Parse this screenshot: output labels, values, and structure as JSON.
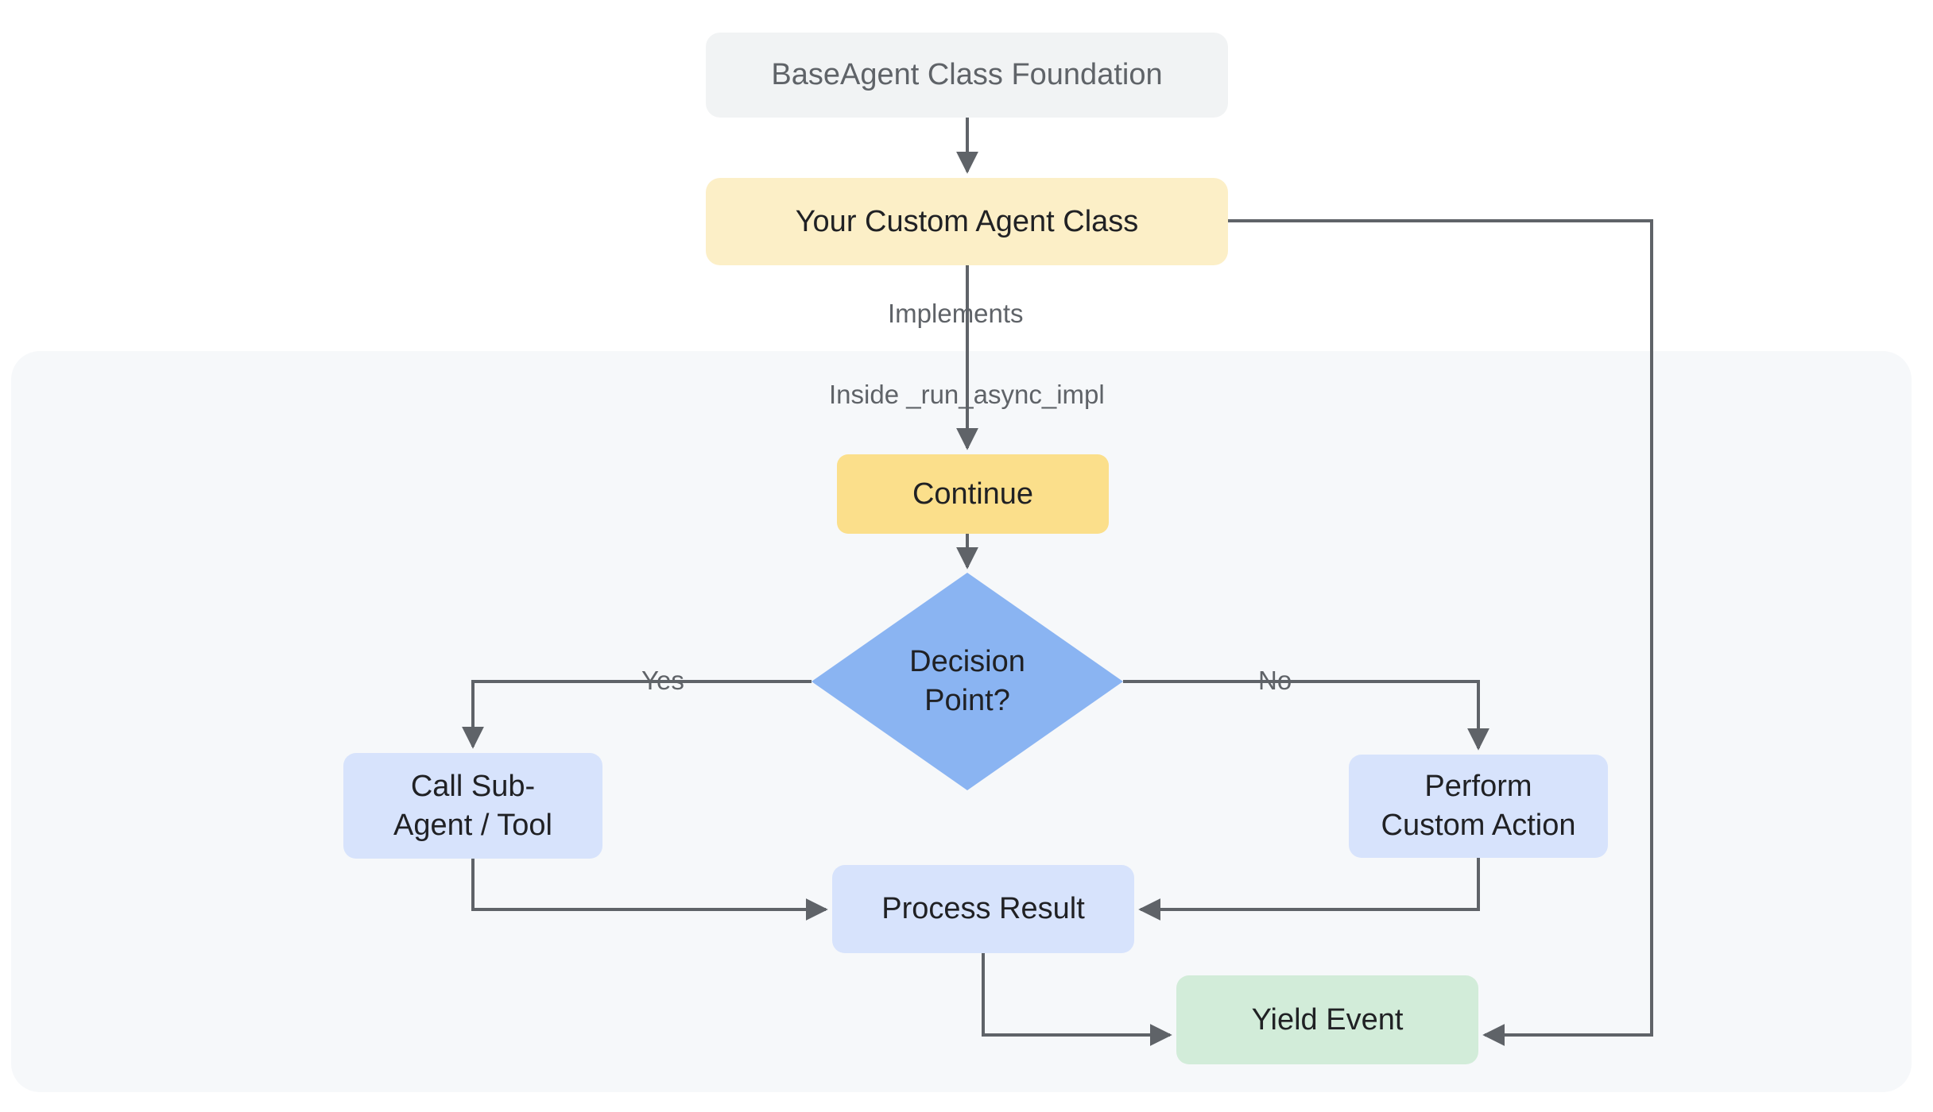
{
  "diagram": {
    "title_nodes": {
      "base_agent": "BaseAgent Class Foundation",
      "custom_agent": "Your Custom Agent Class",
      "continue": "Continue",
      "decision": "Decision\nPoint?",
      "call_sub_agent": "Call Sub-\nAgent / Tool",
      "perform_custom_action": "Perform\nCustom Action",
      "process_result": "Process Result",
      "yield_event": "Yield Event"
    },
    "edge_labels": {
      "implements": "Implements",
      "inside_impl": "Inside _run_async_impl",
      "yes": "Yes",
      "no": "No"
    },
    "colors": {
      "base_agent_fill": "#f1f3f4",
      "base_agent_text": "#5f6368",
      "custom_agent_fill": "#fcefc7",
      "continue_fill": "#fbdf8b",
      "decision_fill": "#8ab4f2",
      "action_fill": "#d7e3fc",
      "yield_fill": "#d2ecd9",
      "subgraph_fill": "#f6f8fa",
      "edge_stroke": "#5f6368",
      "node_text": "#202124"
    }
  }
}
